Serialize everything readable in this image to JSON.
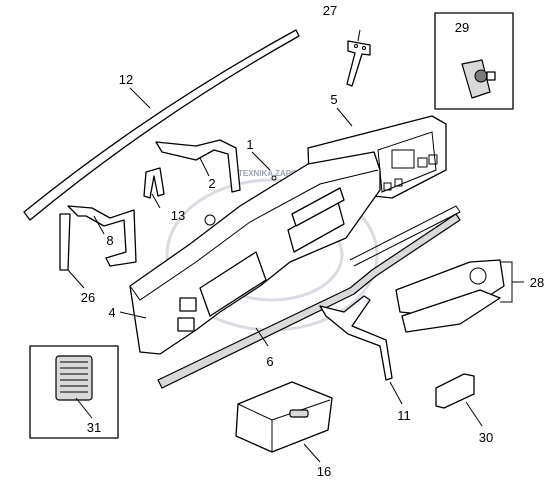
{
  "callouts": {
    "c1": "1",
    "c2": "2",
    "c4": "4",
    "c5": "5",
    "c6": "6",
    "c8": "8",
    "c11": "11",
    "c12": "12",
    "c13": "13",
    "c16": "16",
    "c26": "26",
    "c27": "27",
    "c28": "28",
    "c29": "29",
    "c30": "30",
    "c31": "31"
  },
  "watermark": {
    "text": "TEXNIKA ZAPCHASTI"
  }
}
